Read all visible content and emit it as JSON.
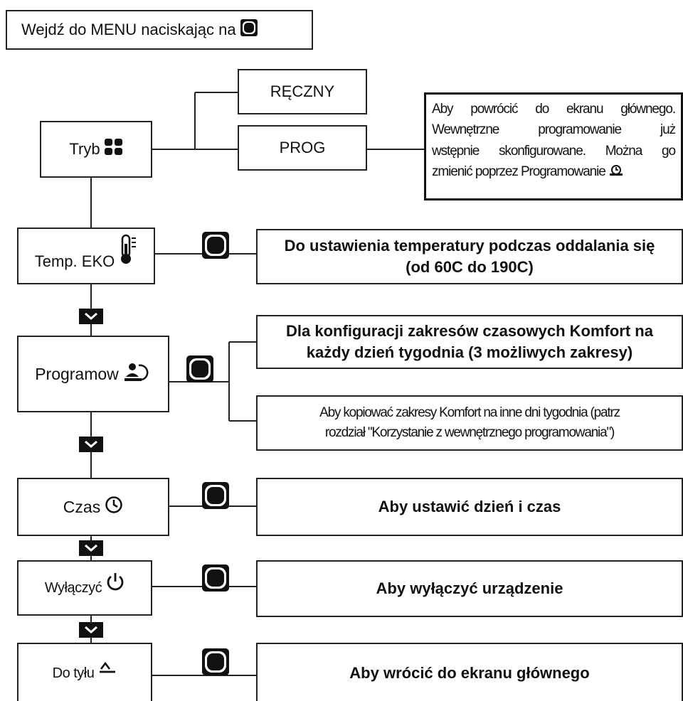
{
  "intro": {
    "text": "Wejdź do MENU naciskając na"
  },
  "mode": {
    "label": "Tryb",
    "options": [
      "RĘCZNY",
      "PROG"
    ],
    "note": [
      "Aby powrócić do ekranu głównego.",
      "Wewnętrzne programowanie już",
      "wstępnie skonfigurowane. Można go",
      "zmienić poprzez Programowanie"
    ]
  },
  "eco": {
    "label": "Temp. EKO",
    "desc": [
      "Do ustawienia temperatury podczas oddalania się",
      "(od 60C do 190C)"
    ]
  },
  "program": {
    "label": "Programow",
    "desc1": [
      "Dla konfiguracji zakresów czasowych Komfort na",
      "każdy dzień tygodnia (3 możliwych zakresy)"
    ],
    "desc2": [
      "Aby kopiować zakresy Komfort na inne dni tygodnia (patrz",
      "rozdział \"Korzystanie z wewnętrznego programowania\")"
    ]
  },
  "time": {
    "label": "Czas",
    "desc": "Aby ustawić dzień i czas"
  },
  "off": {
    "label": "Wyłączyć",
    "desc": "Aby wyłączyć urządzenie"
  },
  "back": {
    "label": "Do tyłu",
    "desc": "Aby wrócić do ekranu głównego"
  },
  "icons": [
    "menu-button-icon",
    "mode-grid-icon",
    "thermometer-icon",
    "programming-icon",
    "clock-icon",
    "power-icon",
    "back-arrow-icon",
    "down-chevron-icon"
  ]
}
